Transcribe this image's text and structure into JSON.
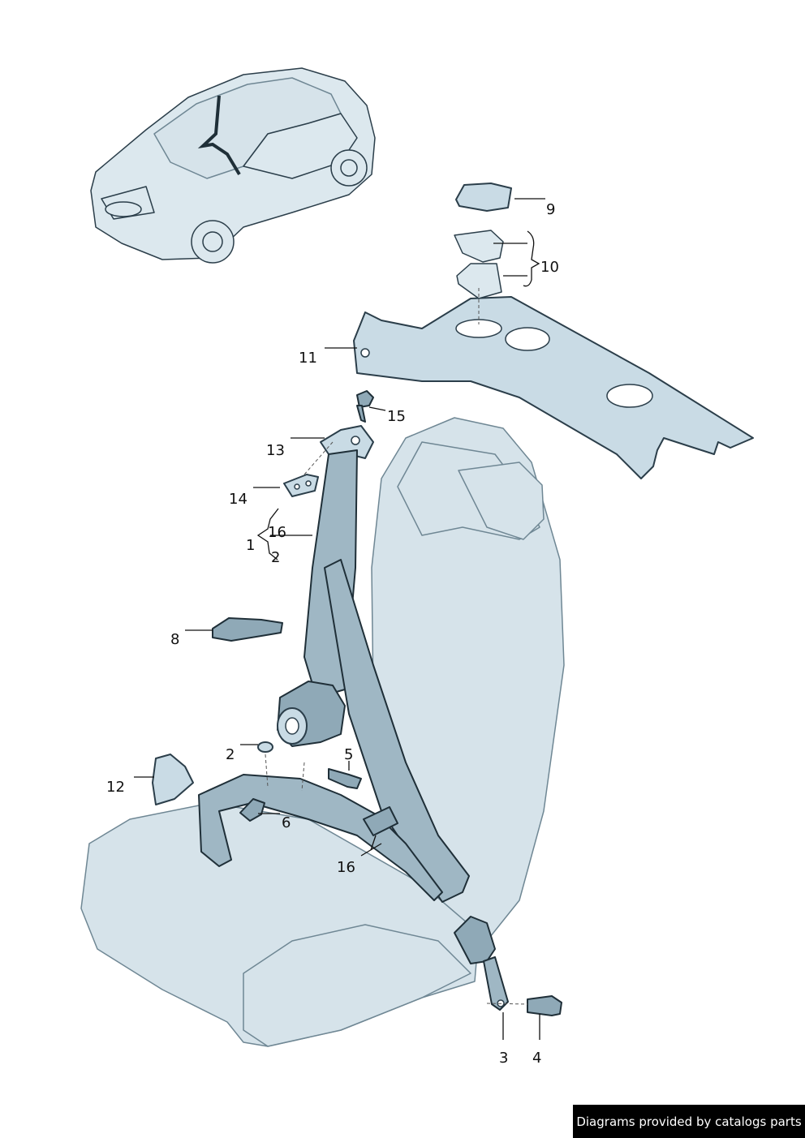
{
  "diagram": {
    "callouts": {
      "c1": "1",
      "c2a": "2",
      "c2b": "2",
      "c3": "3",
      "c4": "4",
      "c5": "5",
      "c6": "6",
      "c8": "8",
      "c9": "9",
      "c10": "10",
      "c11": "11",
      "c12": "12",
      "c13": "13",
      "c14": "14",
      "c15": "15",
      "c16a": "16",
      "c16b": "16"
    }
  },
  "footer": {
    "credit": "Diagrams provided by catalogs parts"
  },
  "colors": {
    "part_fill": "#c9dbe5",
    "outline": "#2b3e4a",
    "footer_bg": "#000000",
    "footer_text": "#ffffff"
  }
}
